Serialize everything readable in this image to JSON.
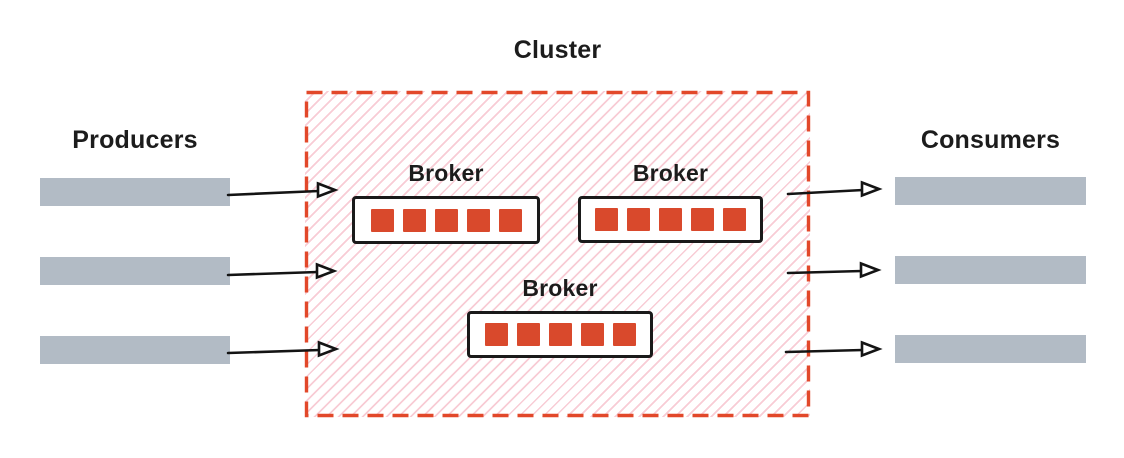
{
  "colors": {
    "accent_red": "#e2482a",
    "partition_red": "#d9492c",
    "hatch_pink": "#f8ccd5",
    "bar_gray": "#b2bbc5",
    "ink_black": "#1c1c1c",
    "node_fill": "#ffffff"
  },
  "diagram": {
    "cluster": {
      "label": "Cluster",
      "brokers": [
        {
          "label": "Broker",
          "partition_count": 5
        },
        {
          "label": "Broker",
          "partition_count": 5
        },
        {
          "label": "Broker",
          "partition_count": 5
        }
      ]
    },
    "producers": {
      "label": "Producers",
      "lane_count": 3
    },
    "consumers": {
      "label": "Consumers",
      "lane_count": 3
    }
  }
}
